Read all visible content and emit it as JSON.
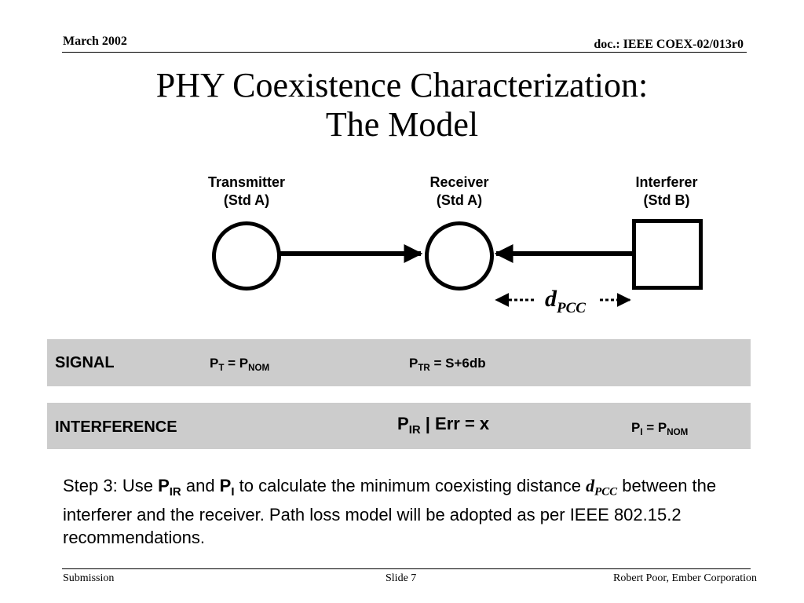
{
  "header": {
    "date": "March 2002",
    "doc_id": "doc.: IEEE COEX-02/013r0"
  },
  "title": {
    "line1": "PHY Coexistence Characterization:",
    "line2": "The Model"
  },
  "diagram": {
    "transmitter": {
      "name": "Transmitter",
      "std": "(Std A)"
    },
    "receiver": {
      "name": "Receiver",
      "std": "(Std A)"
    },
    "interferer": {
      "name": "Interferer",
      "std": "(Std B)"
    },
    "distance": {
      "var": "d",
      "sub": "PCC"
    }
  },
  "signal": {
    "label": "SIGNAL",
    "pt": {
      "p": "P",
      "sub": "T",
      "eq": " = P",
      "sub2": "NOM"
    },
    "ptr": {
      "p": "P",
      "sub": "TR",
      "rest": " = S+6db"
    }
  },
  "interference": {
    "label": "INTERFERENCE",
    "pir": {
      "p": "P",
      "sub": "IR",
      "rest": " | Err = x"
    },
    "pi": {
      "p": "P",
      "sub": "I",
      "eq": " = P",
      "sub2": "NOM"
    }
  },
  "step": {
    "t1": "Step 3: Use ",
    "p1": "P",
    "p1sub": "IR",
    "t2": " and ",
    "p2": "P",
    "p2sub": "I",
    "t3": " to calculate the minimum coexisting distance ",
    "d": "d",
    "dsub": "PCC",
    "t4": " between the interferer and the receiver.  Path loss model will be adopted as per IEEE 802.15.2 recommendations."
  },
  "footer": {
    "left": "Submission",
    "center": "Slide 7",
    "right": "Robert Poor, Ember Corporation"
  }
}
